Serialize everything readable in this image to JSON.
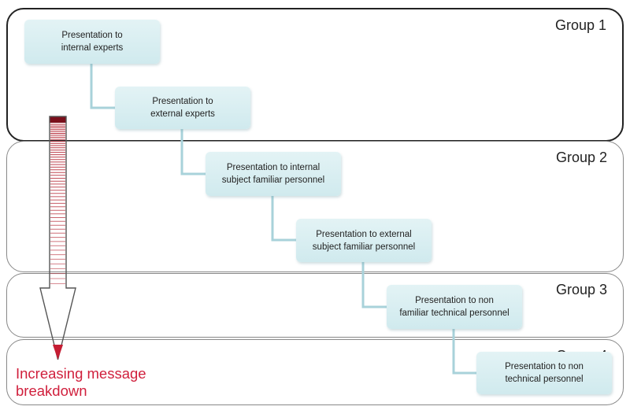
{
  "groups": [
    {
      "label": "Group 1"
    },
    {
      "label": "Group 2"
    },
    {
      "label": "Group 3"
    },
    {
      "label": "Group 4"
    }
  ],
  "steps": [
    {
      "line1": "Presentation to",
      "line2": "internal experts"
    },
    {
      "line1": "Presentation to",
      "line2": "external experts"
    },
    {
      "line1": "Presentation to internal",
      "line2": "subject familiar personnel"
    },
    {
      "line1": "Presentation to external",
      "line2": "subject familiar personnel"
    },
    {
      "line1": "Presentation to non",
      "line2": "familiar technical personnel"
    },
    {
      "line1": "Presentation to non",
      "line2": "technical personnel"
    }
  ],
  "arrow_label": {
    "line1": "Increasing message",
    "line2": "breakdown"
  },
  "colors": {
    "connector": "#a8d2da",
    "box_fill": "#d8eef1",
    "arrow_stripe": "#b3202f",
    "label_red": "#d01f3c"
  }
}
